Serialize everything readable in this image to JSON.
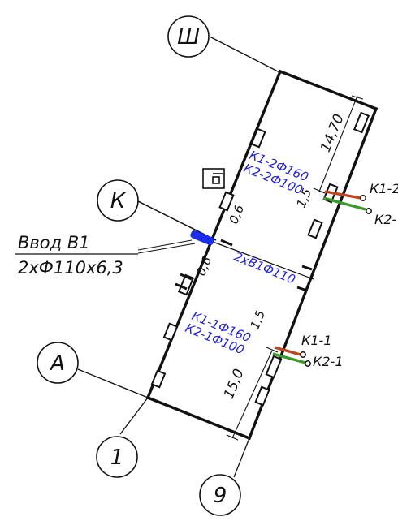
{
  "axes": {
    "sh": "Ш",
    "k": "К",
    "a": "А",
    "one": "1",
    "nine": "9"
  },
  "inlet": {
    "title": "Ввод В1",
    "spec": "2хФ110х6,3"
  },
  "dimensions": {
    "top_length": "14,70",
    "bottom_length": "15,0",
    "offset_top": "1,5",
    "offset_bottom": "1,5",
    "inlet_a": "0,6",
    "inlet_b": "0,6"
  },
  "pipes": {
    "upper_a": "К1-2Ф160",
    "upper_b": "К2-2Ф100",
    "middle": "2хВ1Ф110",
    "lower_a": "К1-1Ф160",
    "lower_b": "К2-1Ф100"
  },
  "outlets": {
    "upper_a": "К1-2",
    "upper_b": "К2-",
    "lower_a": "К1-1",
    "lower_b": "К2-1"
  },
  "colors": {
    "line": "#111111",
    "annotation": "#1f1fe0",
    "sewer": "#c0441c",
    "drain": "#3a9a2a",
    "inlet_pipe": "#1a2cf0"
  }
}
